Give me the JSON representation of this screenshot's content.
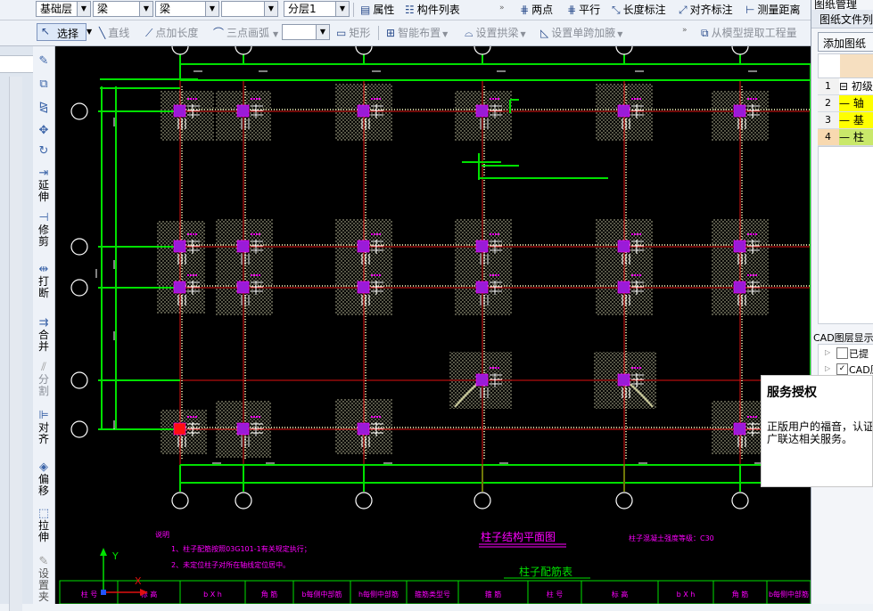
{
  "toolbar1": {
    "floor": "基础层",
    "type1": "梁",
    "type2": "梁",
    "layer": "分层1",
    "properties": "属性",
    "component_list": "构件列表",
    "two_point": "两点",
    "parallel": "平行",
    "length_dim": "长度标注",
    "align_dim": "对齐标注",
    "measure": "测量距离"
  },
  "toolbar2": {
    "select": "选择",
    "line": "直线",
    "point_length": "点加长度",
    "three_arc": "三点画弧",
    "rect": "矩形",
    "smart_layout": "智能布置",
    "set_arch": "设置拱梁",
    "set_haunch": "设置单跨加腋",
    "extract": "从模型提取工程量"
  },
  "left_tools": [
    {
      "label": "延伸"
    },
    {
      "label": "修剪"
    },
    {
      "label": "打断"
    },
    {
      "label": "合并"
    },
    {
      "label": "分割"
    },
    {
      "label": "对齐"
    },
    {
      "label": "偏移"
    },
    {
      "label": "拉伸"
    },
    {
      "label": "设置夹"
    }
  ],
  "right_panel": {
    "title": "图纸管理",
    "file_list": "图纸文件列",
    "add_drawing": "添加图纸",
    "rows": [
      {
        "num": "1",
        "text": "初级"
      },
      {
        "num": "2",
        "text": "轴"
      },
      {
        "num": "3",
        "text": "基"
      },
      {
        "num": "4",
        "text": "柱"
      }
    ],
    "cad_layers": "CAD图层显示",
    "layer_items": [
      {
        "check": "",
        "text": "已提"
      },
      {
        "check": "✓",
        "text": "CAD原"
      }
    ]
  },
  "popup": {
    "title": "服务授权",
    "body": "正版用户的福音，认证广联达相关服务。"
  },
  "drawing": {
    "notes_title": "说明",
    "note1": "1、柱子配筋按照03G101-1有关规定执行；",
    "note2": "2、未定位柱子对所在轴线定位居中。",
    "plan_title": "柱子结构平面图",
    "concrete": "柱子混凝土强度等级：C30",
    "table_title": "柱子配筋表",
    "table_headers": [
      "柱 号",
      "标 高",
      "b X h",
      "角 筋",
      "b每侧中部筋",
      "h每侧中部筋",
      "箍筋类型号",
      "箍 筋",
      "柱 号",
      "标 高",
      "b X h",
      "角 筋",
      "b每侧中部筋"
    ],
    "axis_x": "X",
    "axis_y": "Y"
  },
  "colors": {
    "grid_green": "#00e000",
    "axis_red": "#e01010",
    "magenta": "#ff00ff",
    "column": "#8a2be2",
    "hatch": "#d8d8b0"
  }
}
